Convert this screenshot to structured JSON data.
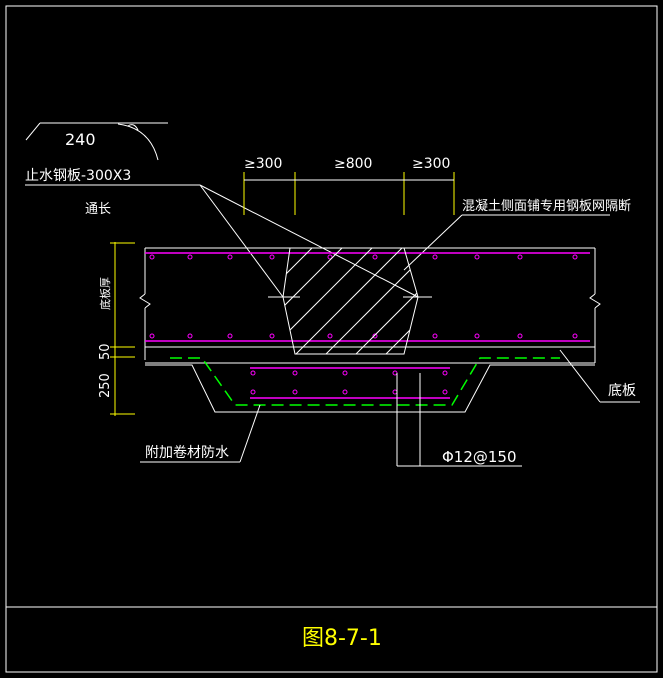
{
  "labels": {
    "angle_value": "240",
    "waterstop": "止水钢板-300X3",
    "through_length": "通长",
    "dim_left": "≥300",
    "dim_mid": "≥800",
    "dim_right": "≥300",
    "mesh_note": "混凝土侧面铺专用钢板网隔断",
    "slab_thickness": "底板厚",
    "dim_50": "50",
    "dim_250": "250",
    "extra_waterproof": "附加卷材防水",
    "rebar": "Φ12@150",
    "bottom_slab": "底板",
    "figure_title": "图8-7-1"
  },
  "colors": {
    "background": "#000000",
    "line": "#ffffff",
    "rebar": "#ff00ff",
    "dimension": "#ffff00",
    "waterproof": "#00ff00",
    "title": "#ffff00"
  }
}
